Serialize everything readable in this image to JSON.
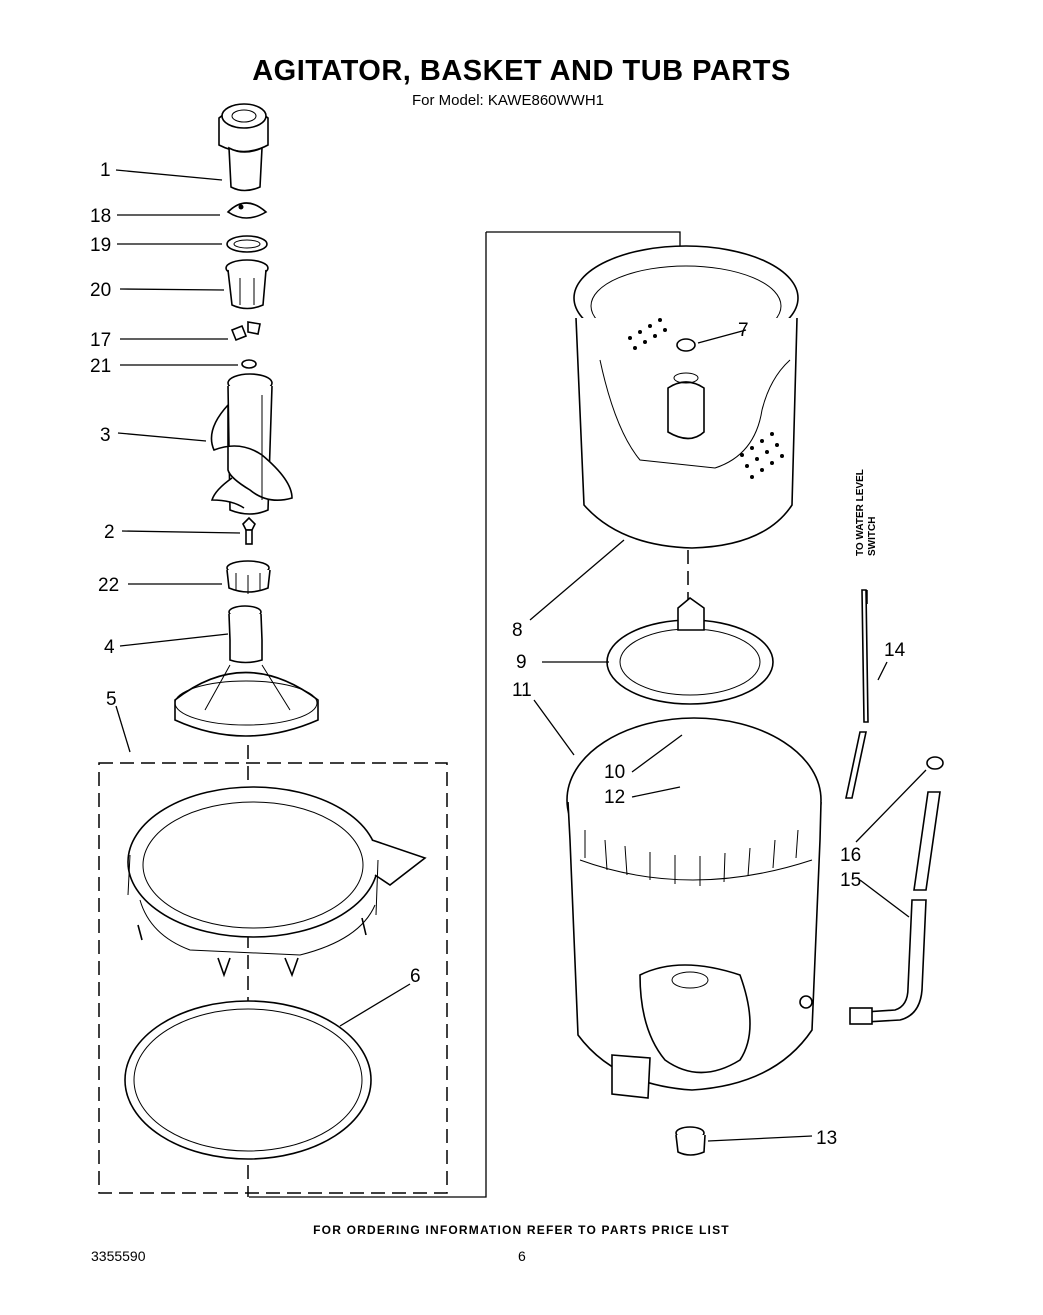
{
  "header": {
    "title": "AGITATOR, BASKET AND TUB PARTS",
    "model_line": "For Model: KAWE860WWH1"
  },
  "callouts": {
    "c1": "1",
    "c18": "18",
    "c19": "19",
    "c20": "20",
    "c17": "17",
    "c21": "21",
    "c3": "3",
    "c2": "2",
    "c22": "22",
    "c4": "4",
    "c5": "5",
    "c6": "6",
    "c7": "7",
    "c8": "8",
    "c9": "9",
    "c11": "11",
    "c10": "10",
    "c12": "12",
    "c13": "13",
    "c14": "14",
    "c16": "16",
    "c15": "15"
  },
  "side_note": {
    "line1": "TO WATER LEVEL",
    "line2": "SWITCH"
  },
  "footer": {
    "ordering_note": "FOR ORDERING INFORMATION REFER TO PARTS PRICE LIST",
    "document_number": "3355590",
    "page_number": "6"
  }
}
